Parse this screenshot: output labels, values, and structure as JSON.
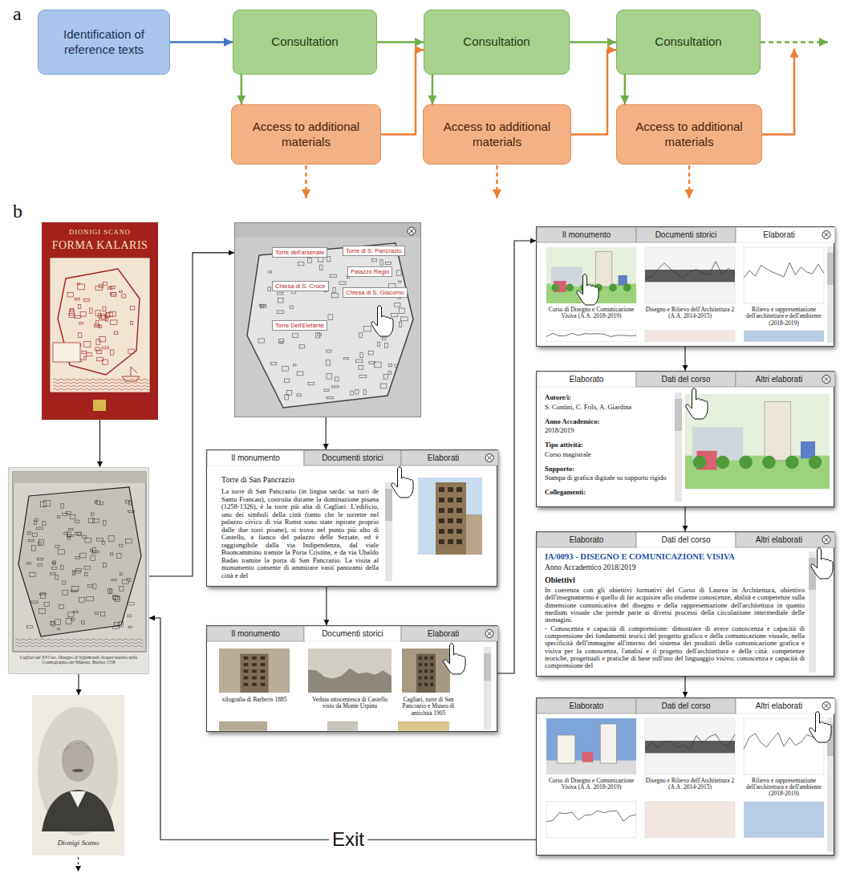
{
  "diagram": {
    "nodes": [
      {
        "text": [
          "Identification of reference texts"
        ]
      },
      {
        "text": [
          "Consultation"
        ]
      },
      {
        "text": [
          "Access to additional materials"
        ]
      },
      {
        "text": [
          "Consultation"
        ]
      },
      {
        "text": [
          "Access to additional materials"
        ]
      },
      {
        "text": [
          "Consultation"
        ]
      },
      {
        "text": [
          "Access to additional materials"
        ]
      },
      {
        "text": [
          "DIONIGI SCANO",
          "FORMA KALARIS"
        ]
      },
      {
        "text": [
          "Cagliari nel XVI sec. Disegno di Sigismondo Arquer inserito nella Cosmographia del Münster, Basilea 1558"
        ]
      },
      {
        "text": [
          "Dionigi Scano"
        ]
      },
      {
        "text": []
      },
      {
        "text": [
          "Torre dell'arsenale"
        ],
        "in": 10
      },
      {
        "text": [
          "Torre di S. Pancrazio"
        ],
        "in": 10
      },
      {
        "text": [
          "Palazzo Regio"
        ],
        "in": 10
      },
      {
        "text": [
          "Chiesa di S. Croce"
        ],
        "in": 10
      },
      {
        "text": [
          "Chiesa di S. Giacomo"
        ],
        "in": 10
      },
      {
        "text": [
          "Torre Dell'Elefante"
        ],
        "in": 10
      },
      {
        "text": [
          "Il monumento",
          "Documenti storici",
          "Elaborati",
          "Torre di San Pancrazio",
          "La torre di San Pancrazio (in lingua sarda: sa turri de Santu Francau), costruita durante la dominazione pisana (1258-1326), è la torre più alta di Cagliari. L'edificio, uno dei simboli della città (tanto che le torrette nel palazzo civico di via Roma sono state ispirate proprio dalle due torri pisane), si trova nel punto più alto di Castello, a fianco del palazzo delle Seziate, ed è raggiungibile dalla via Indipendenza, dal viale Buoncammino tramite la Porta Cristina, e da via Ubaldo Badas tramite la porta di San Pancrazio. La visita al monumento consente di ammirare vasti panorami della città e del"
        ]
      },
      {
        "text": [
          "Il monumento",
          "Documenti storici",
          "Elaborati",
          "xilografia di Barberis 1885",
          "Veduta ottocentesca di Castello visto da Monte Urpinu",
          "Cagliari, torre di San Pancrazio e Museo di antichità 1905"
        ]
      },
      {
        "text": [
          "Il monumento",
          "Documenti storici",
          "Elaborati",
          "Corso di Disegno e Comunicazione Visiva (A.A. 2018-2019)",
          "Disegno e Rilievo dell'Architettura 2 (A.A. 2014-2015)",
          "Rilievo e rappresentazione dell'architettura e dell'ambiente (2018-2019)"
        ]
      },
      {
        "text": [
          "Elaborato",
          "Dati del corso",
          "Altri elaborati",
          "Autore/i:",
          "S. Contini, C. Frils, A. Giardina",
          "Anno Accademico:",
          "2018/2019",
          "Tipo attività:",
          "Corso magistrale",
          "Supporto:",
          "Stampa di grafica digitale su supporto rigido",
          "Collegamenti:"
        ]
      },
      {
        "text": [
          "Elaborato",
          "Dati del corso",
          "Altri elaborati",
          "IA/0093 - DISEGNO E COMUNICAZIONE VISIVA",
          "Anno Accademico 2018/2019",
          "Obiettivi",
          "In coerenza con gli obiettivi formativi del Corso di Laurea in Architettura, obiettivo dell'insegnamento è quello di far acquisire allo studente conoscenze, abilità e competenze sulla dimensione comunicativa del disegno e della rappresentazione dell'architettura in quanto medium visuale che prende parte ai diversi processi della circolazione intermediale delle immagini.",
          "- Conoscenza e capacità di comprensione: dimostrare di avere conoscenza e capacità di comprensione dei fondamenti teorici del progetto grafico e della comunicazione visuale, nella specificità dell'immagine all'interno del sistema dei prodotti della comunicazione grafica e visiva per la conoscenza, l'analisi e il progetto dell'architettura e della città: competenze teoriche, progettuali e pratiche di base sull'uso del linguaggio visivo; conoscenza e capacità di comprensione del"
        ]
      },
      {
        "text": [
          "Elaborato",
          "Dati del corso",
          "Altri elaborati",
          "Corso di Disegno e Comunicazione Visiva (A.A. 2018-2019)",
          "Disegno e Rilievo dell'Architettura 2 (A.A. 2014-2015)",
          "Rilievo e rappresentazione dell'architettura e dell'ambiente (2018-2019)"
        ]
      }
    ],
    "edges": [
      {
        "from": 0,
        "to": 1,
        "arrow": "to"
      },
      {
        "from": 1,
        "to": 3,
        "arrow": "to"
      },
      {
        "from": 3,
        "to": 5,
        "arrow": "to"
      },
      {
        "from": 1,
        "to": 2,
        "arrow": "to"
      },
      {
        "from": 2,
        "to": 3,
        "arrow": "to"
      },
      {
        "from": 3,
        "to": 4,
        "arrow": "to"
      },
      {
        "from": 4,
        "to": 5,
        "arrow": "to"
      },
      {
        "from": 5,
        "to": 6,
        "arrow": "to"
      },
      {
        "from": 7,
        "to": 8,
        "arrow": "to"
      },
      {
        "from": 8,
        "to": 9,
        "arrow": "to"
      },
      {
        "from": 8,
        "to": 10,
        "arrow": "to"
      },
      {
        "from": 10,
        "to": 17,
        "arrow": "to"
      },
      {
        "from": 17,
        "to": 18,
        "arrow": "to"
      },
      {
        "from": 18,
        "to": 19,
        "arrow": "to"
      },
      {
        "from": 19,
        "to": 20,
        "arrow": "to"
      },
      {
        "from": 20,
        "to": 21,
        "arrow": "to"
      },
      {
        "from": 21,
        "to": 22,
        "arrow": "to"
      },
      {
        "from": 22,
        "to": 8,
        "label": "Exit",
        "arrow": "to"
      }
    ],
    "labels": [
      "a",
      "b"
    ]
  }
}
